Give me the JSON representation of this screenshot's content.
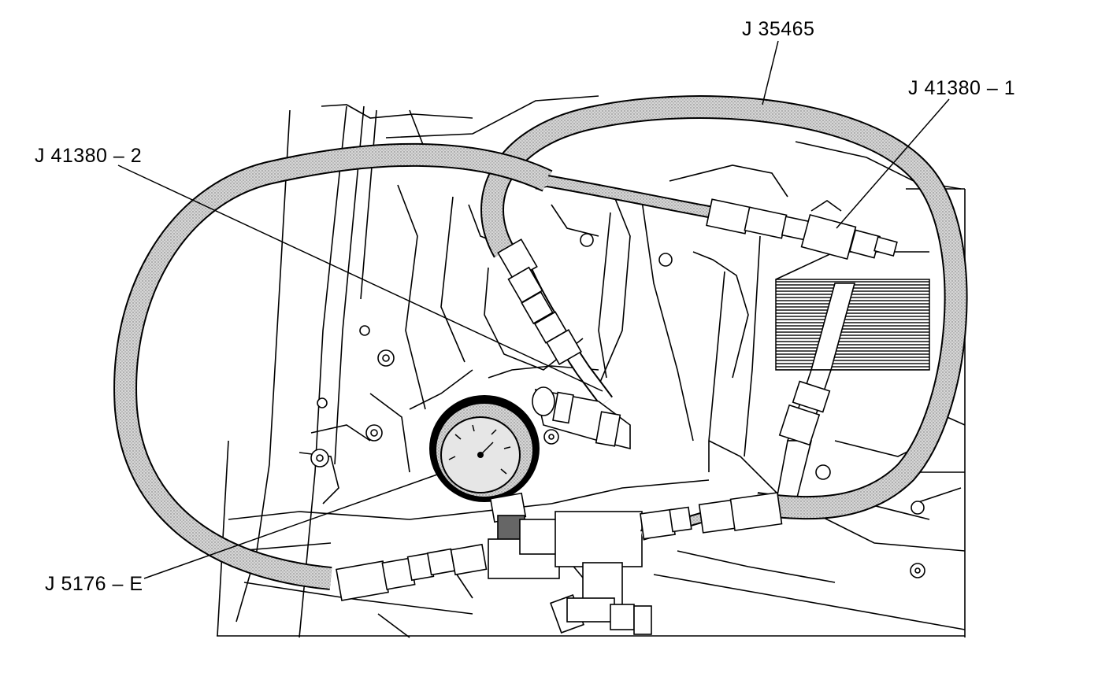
{
  "callouts": {
    "j35465": "J 35465",
    "j41380_1": "J 41380 – 1",
    "j41380_2": "J 41380 – 2",
    "j5176_e": "J 5176 – E"
  },
  "colors": {
    "ink": "#000000",
    "hose_fill": "#c8c8c8",
    "background": "#ffffff"
  }
}
